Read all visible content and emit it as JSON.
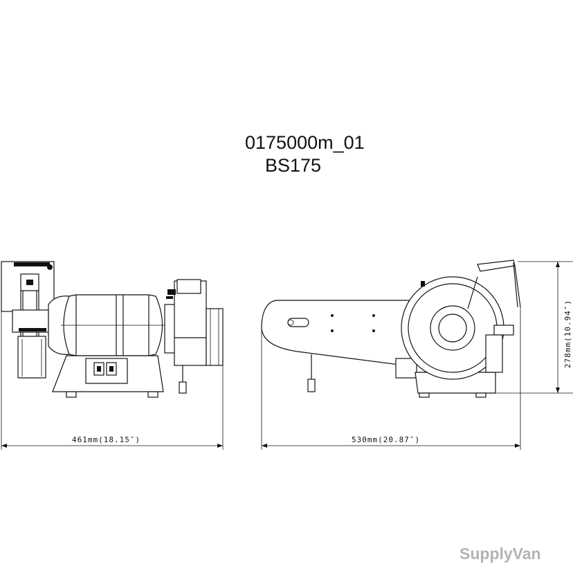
{
  "drawing": {
    "code": "0175000m_01",
    "model": "BS175"
  },
  "dimensions": {
    "width_front": "461mm(18.15″)",
    "length_side": "530mm(20.87″)",
    "height_side": "278mm(10.94″)"
  },
  "watermark": "SupplyVan"
}
